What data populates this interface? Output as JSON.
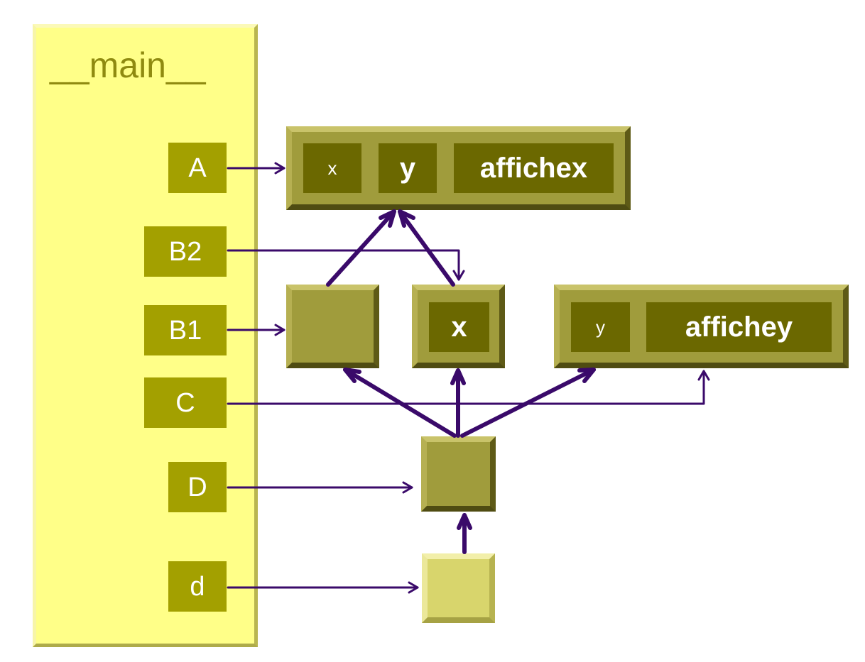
{
  "main": {
    "title": "__main__"
  },
  "variables": {
    "A": "A",
    "B2": "B2",
    "B1": "B1",
    "C": "C",
    "D": "D",
    "d": "d"
  },
  "objects": {
    "obj_a": {
      "attr1": "x",
      "attr2": "y",
      "method": "affichex"
    },
    "obj_b": {
      "attr": "x"
    },
    "obj_c": {
      "attr": "y",
      "method": "affichey"
    }
  },
  "colors": {
    "frame_fill": "#ffff88",
    "label_fill": "#a3a000",
    "object_fill": "#a09c3c",
    "cell_fill": "#6b6800",
    "instance_fill": "#d8d56c",
    "arrow": "#3a0a6a"
  }
}
